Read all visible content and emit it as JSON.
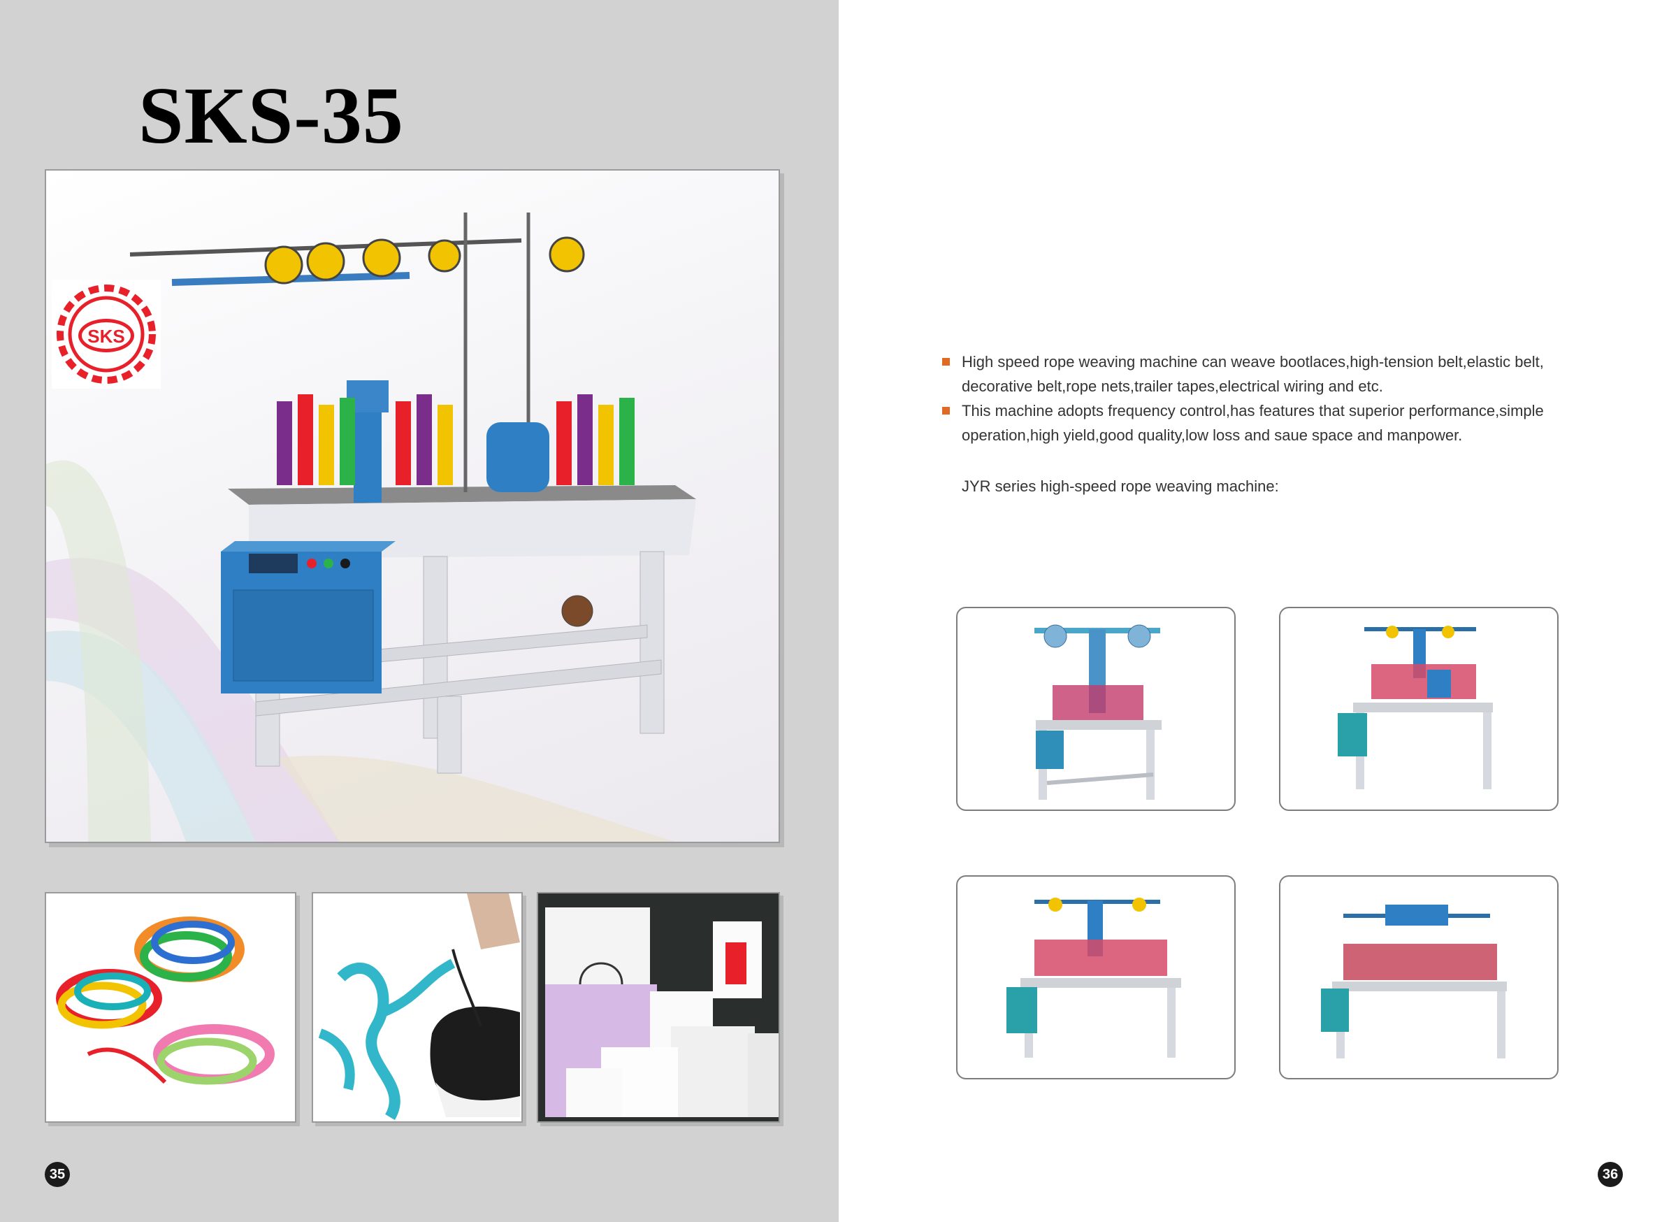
{
  "left_page": {
    "model_title": "SKS-35",
    "logo_text": "SKS",
    "page_number": "35",
    "thumbnails": [
      "shoelaces-photo",
      "ribbon-lace-shoe-photo",
      "paper-bags-photo"
    ]
  },
  "right_page": {
    "bullets": [
      "High speed rope weaving machine can weave bootlaces,high-tension belt,elastic belt, decorative belt,rope nets,trailer tapes,electrical wiring and etc.",
      "This machine adopts frequency control,has features that superior performance,simple operation,high yield,good quality,low loss and saue space and manpower."
    ],
    "series_label": "JYR series high-speed rope weaving machine:",
    "page_number": "36"
  },
  "colors": {
    "left_background": "#d3d2d3",
    "bullet_accent": "#e06a24",
    "logo_red": "#e8202a",
    "machine_blue": "#2f7fc4"
  }
}
